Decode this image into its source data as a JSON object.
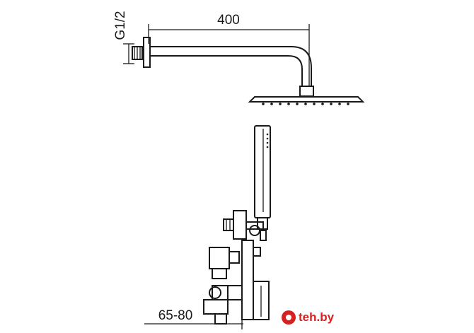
{
  "dimensions": {
    "arm_length": "400",
    "thread": "G1/2",
    "depth_range": "65-80"
  },
  "watermark": {
    "text": "teh.by",
    "accent": "#d62121"
  },
  "colors": {
    "ink": "#1a1a1a",
    "background": "#ffffff"
  }
}
